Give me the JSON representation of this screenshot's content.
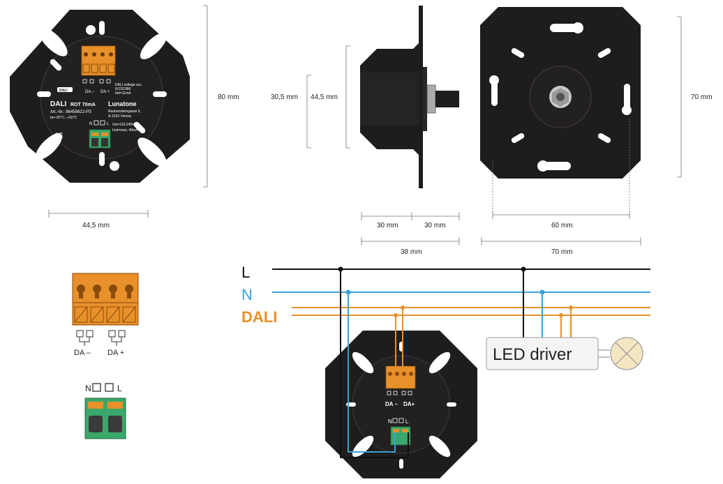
{
  "dimensions": {
    "front_height": "80 mm",
    "front_width": "44,5 mm",
    "side_height_1": "30,5 mm",
    "side_height_2": "44,5 mm",
    "side_depth_1": "30 mm",
    "side_depth_2": "30 mm",
    "side_total": "38 mm",
    "rear_inner": "60 mm",
    "rear_outer": "70 mm",
    "rear_height": "70 mm"
  },
  "device_label": {
    "brand": "Lunatone",
    "model_a": "DALI",
    "model_b": "ROT 70mA",
    "art_no": "Art.-Nr.: 86459822-PS",
    "temp": "ta=-20°C...+50°C",
    "address_1": "Rauhensteingasse 5,",
    "address_2": "A-1010 Vienna",
    "dali_spec_1": "DALI voltage acc.",
    "dali_spec_2": "IEC62386",
    "dali_spec_3": "Itot=11mA",
    "mains_spec_1": "Uin=110-240Vac",
    "mains_spec_2": "Iout=max. 40mA",
    "badge": "DALI"
  },
  "terminals": {
    "da_minus": "DA –",
    "da_plus": "DA +",
    "n": "N",
    "l": "L"
  },
  "wiring": {
    "line_l": "L",
    "line_n": "N",
    "line_dali": "DALI",
    "driver": "LED driver",
    "module_da_minus": "DA –",
    "module_da_plus": "DA+",
    "module_n": "N",
    "module_l": "L"
  },
  "colors": {
    "l_wire": "#111111",
    "n_wire": "#3aa0d6",
    "dali_wire": "#e8902a",
    "terminal_orange": "#e8902a",
    "terminal_green": "#3aa86a",
    "body": "#1e1c1c"
  },
  "icons": {
    "lamp": "lamp-symbol-icon",
    "ce": "ce-mark-icon"
  }
}
